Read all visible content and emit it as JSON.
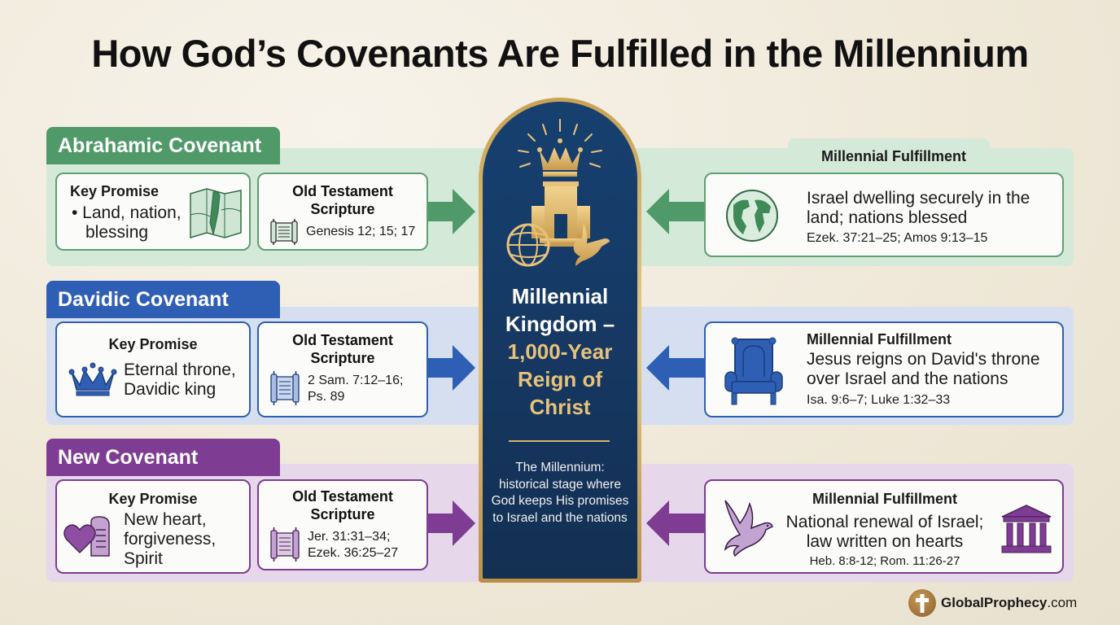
{
  "title": "How God’s Covenants Are Fulfilled in the Millennium",
  "colors": {
    "abrahamic": "#4f9a68",
    "abrahamic_band": "#d5e9d9",
    "davidic": "#2f5fb4",
    "davidic_band": "#d5dff0",
    "new": "#7e3c93",
    "new_band": "#e6d7ea",
    "pillar_navy": "#163a66",
    "gold": "#e7c27a"
  },
  "rows": [
    {
      "covenant": "Abrahamic Covenant",
      "key_promise_label": "Key Promise",
      "key_promise_text": "• Land, nation,",
      "key_promise_text2": "blessing",
      "key_promise_icon": "map-icon",
      "scripture_label_1": "Old Testament",
      "scripture_label_2": "Scripture",
      "scripture_ref": "Genesis 12; 15; 17",
      "scripture_icon": "scroll-icon",
      "fulfillment_label": "Millennial Fulfillment",
      "fulfillment_text_1": "Israel dwelling securely in the",
      "fulfillment_text_2": "land; nations blessed",
      "fulfillment_ref": "Ezek. 37:21–25; Amos 9:13–15",
      "fulfillment_icon": "globe-icon"
    },
    {
      "covenant": "Davidic Covenant",
      "key_promise_label": "Key Promise",
      "key_promise_text": "Eternal throne,",
      "key_promise_text2": "Davidic king",
      "key_promise_icon": "crown-icon",
      "scripture_label_1": "Old Testament",
      "scripture_label_2": "Scripture",
      "scripture_ref": "2 Sam. 7:12–16;",
      "scripture_ref2": "Ps. 89",
      "scripture_icon": "scroll-icon",
      "fulfillment_label": "Millennial Fulfillment",
      "fulfillment_text_1": "Jesus reigns on David's throne",
      "fulfillment_text_2": "over Israel and the nations",
      "fulfillment_ref": "Isa. 9:6–7; Luke 1:32–33",
      "fulfillment_icon": "throne-icon"
    },
    {
      "covenant": "New Covenant",
      "key_promise_label": "Key Promise",
      "key_promise_text": "New heart,",
      "key_promise_text2": "forgiveness,",
      "key_promise_text3": "Spirit",
      "key_promise_icon": "heart-tablet-icon",
      "scripture_label_1": "Old Testament",
      "scripture_label_2": "Scripture",
      "scripture_ref": "Jer. 31:31–34;",
      "scripture_ref2": "Ezek. 36:25–27",
      "scripture_icon": "scroll-icon",
      "fulfillment_label": "Millennial Fulfillment",
      "fulfillment_text_1": "National renewal of Israel;",
      "fulfillment_text_2": "law written on hearts",
      "fulfillment_ref": "Heb. 8:8-12; Rom. 11:26-27",
      "fulfillment_icon": "dove-icon",
      "fulfillment_icon2": "temple-icon"
    }
  ],
  "center": {
    "line1": "Millennial",
    "line2": "Kingdom –",
    "line3": "1,000-Year",
    "line4": "Reign of",
    "line5": "Christ",
    "description": "The Millennium: historical stage where God keeps His promises to Israel and the nations",
    "emblem": "crown-temple-globe-dove-emblem"
  },
  "footer": {
    "brand": "GlobalProphecy",
    "domain": ".com",
    "logo": "cross-icon"
  }
}
